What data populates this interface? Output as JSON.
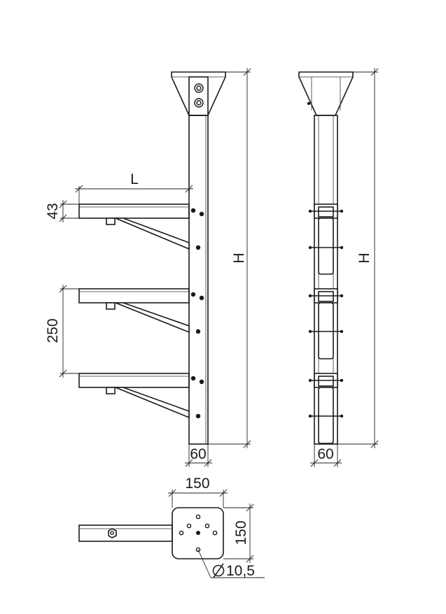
{
  "dimensions": {
    "arm_length": "L",
    "arm_height": "43",
    "arm_spacing": "250",
    "height_front": "H",
    "height_side": "H",
    "width_front": "60",
    "width_side": "60",
    "plate_width": "150",
    "plate_height": "150",
    "hole_diameter": "10,5"
  }
}
